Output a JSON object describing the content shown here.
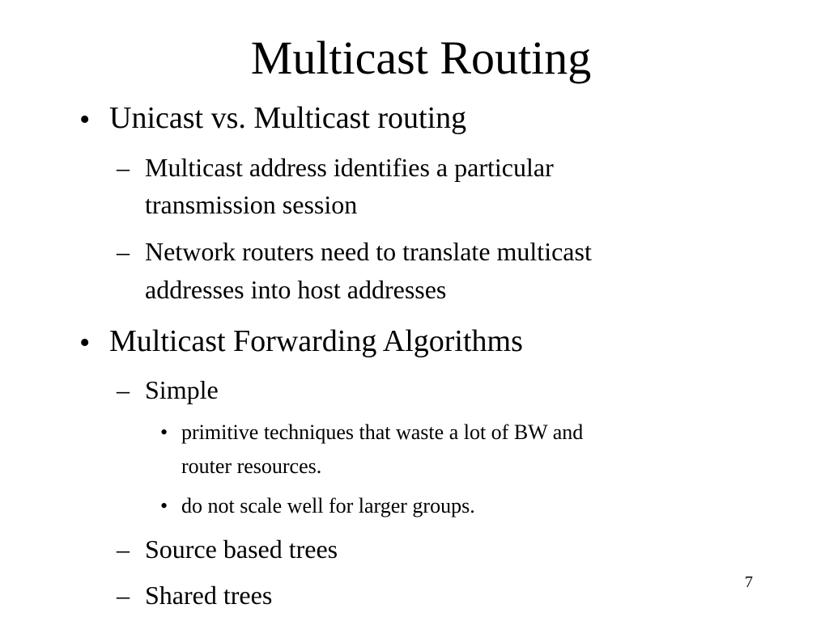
{
  "slide": {
    "title": "Multicast Routing",
    "page_number": "7",
    "bullet_marker": "•",
    "dash_marker": "–",
    "items": [
      {
        "text": "Unicast vs. Multicast routing",
        "children": [
          {
            "text_lines": [
              "Multicast address identifies a particular",
              "transmission session"
            ]
          },
          {
            "text_lines": [
              "Network routers need to translate multicast",
              "addresses into host addresses"
            ]
          }
        ]
      },
      {
        "text": "Multicast Forwarding Algorithms",
        "children": [
          {
            "text_lines": [
              "Simple"
            ],
            "children": [
              {
                "text_lines": [
                  "primitive techniques that waste a lot of BW and",
                  "router resources."
                ]
              },
              {
                "text_lines": [
                  "do not scale well for larger groups."
                ]
              }
            ]
          },
          {
            "text_lines": [
              "Source based trees"
            ]
          },
          {
            "text_lines": [
              "Shared trees"
            ]
          }
        ]
      }
    ]
  }
}
